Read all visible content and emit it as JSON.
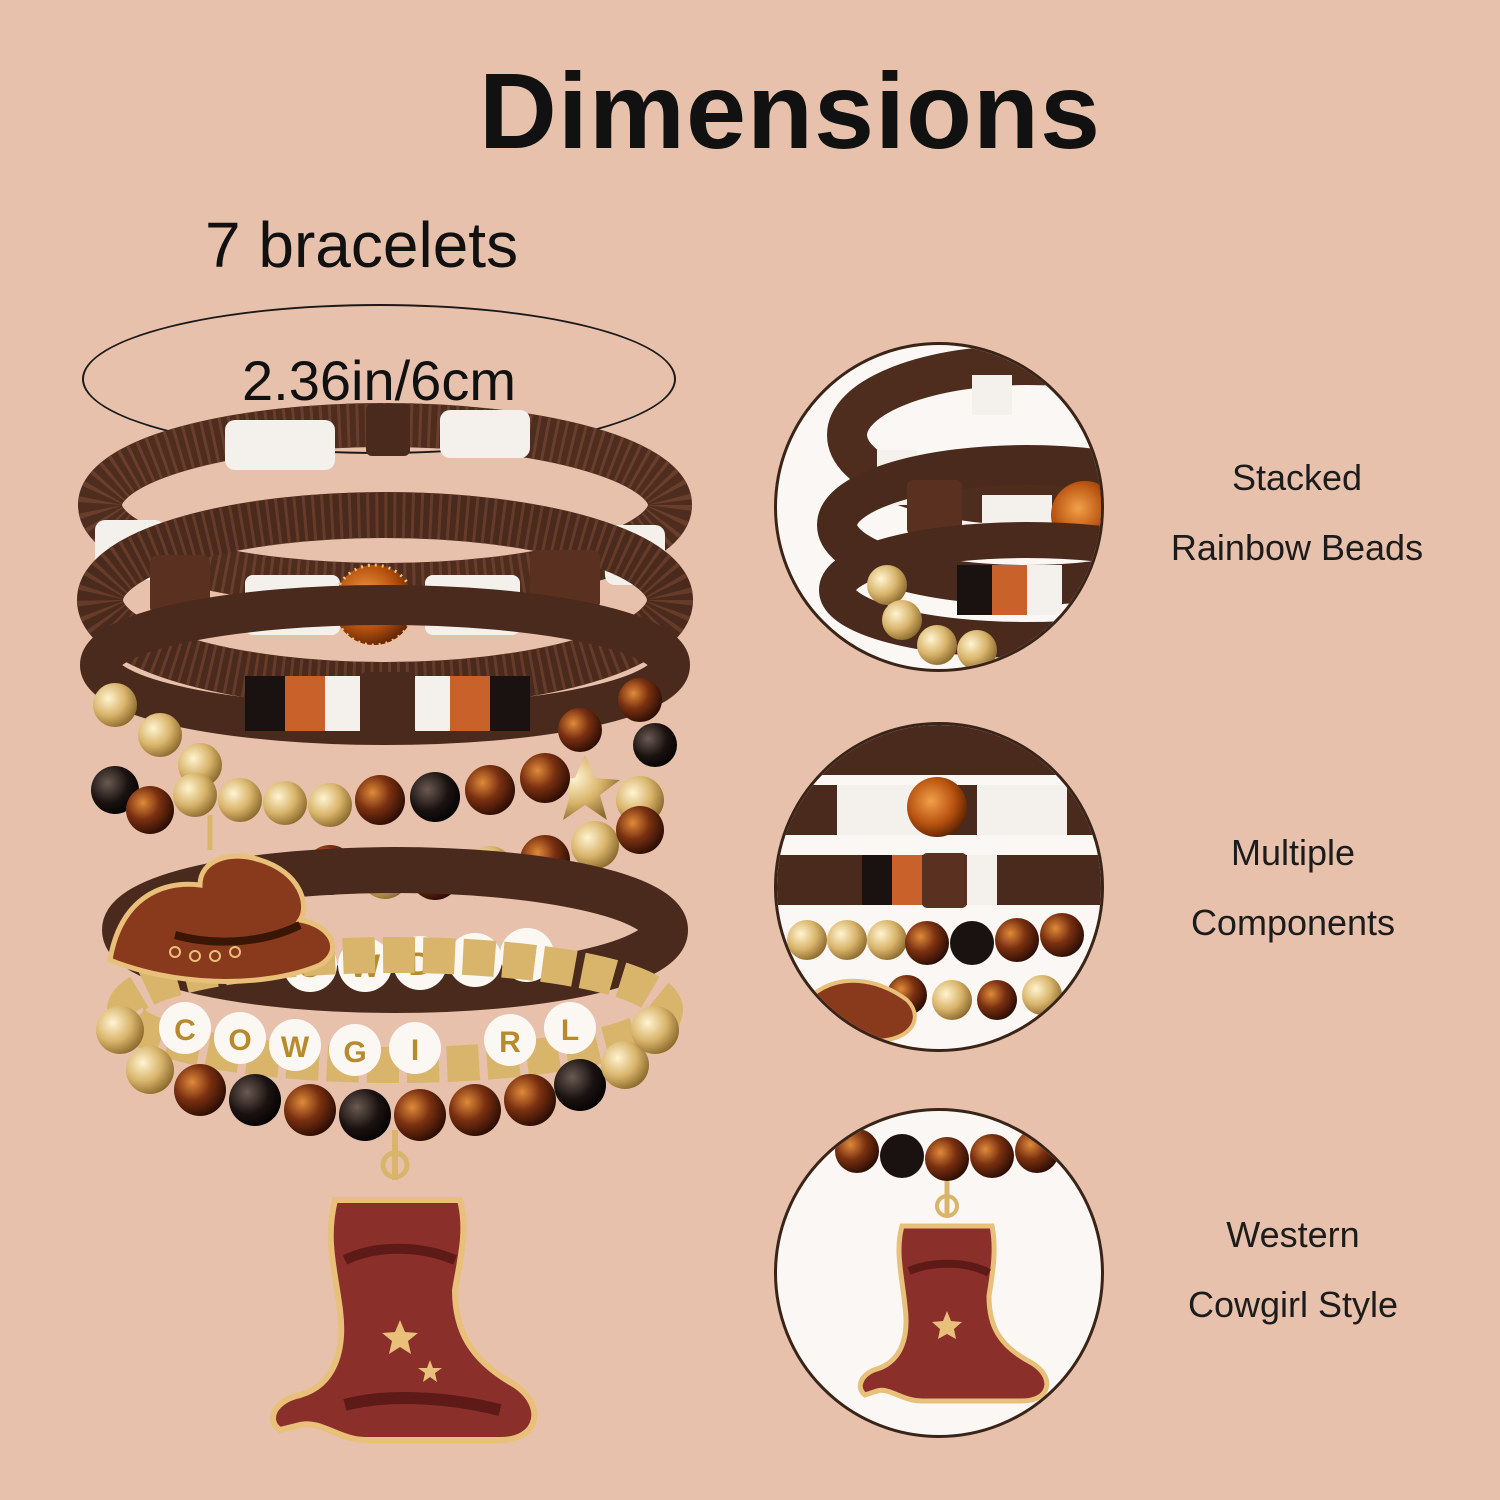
{
  "title": "Dimensions",
  "count_label": "7 bracelets",
  "size_label": "2.36in/6cm",
  "letter_beads": {
    "row1": [
      "O",
      "W",
      "D",
      "Y"
    ],
    "row2": [
      "C",
      "O",
      "W",
      "G",
      "I",
      "R",
      "L"
    ]
  },
  "features": [
    {
      "line1": "Stacked",
      "line2": "Rainbow Beads"
    },
    {
      "line1": "Multiple",
      "line2": "Components"
    },
    {
      "line1": "Western",
      "line2": "Cowgirl Style"
    }
  ],
  "colors": {
    "background": "#e7c1ab",
    "brown_disc": "#5a3424",
    "white_disc": "#f4f1ec",
    "gold": "#d9b56c",
    "tiger_eye": "#7a3010",
    "black": "#1a1210",
    "orange": "#c8612a",
    "rhinestone": "#b8520f",
    "boot_red": "#8a2f2a"
  }
}
